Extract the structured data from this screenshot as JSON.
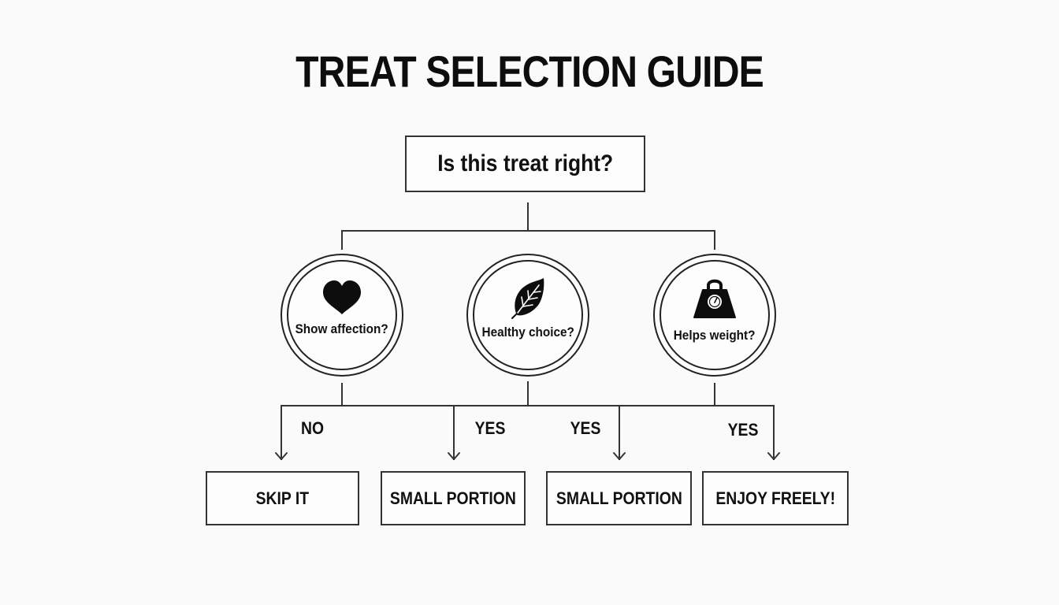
{
  "title": "TREAT SELECTION GUIDE",
  "root": {
    "label": "Is this treat right?"
  },
  "questions": [
    {
      "label": "Show affection?",
      "icon": "heart-icon"
    },
    {
      "label": "Healthy choice?",
      "icon": "leaf-icon"
    },
    {
      "label": "Helps weight?",
      "icon": "weight-scale-icon"
    }
  ],
  "branches": [
    {
      "label": "NO"
    },
    {
      "label": "YES"
    },
    {
      "label": "YES"
    },
    {
      "label": "YES"
    }
  ],
  "outcomes": [
    {
      "label": "SKIP IT"
    },
    {
      "label": "SMALL PORTION"
    },
    {
      "label": "SMALL PORTION"
    },
    {
      "label": "ENJOY FREELY!"
    }
  ],
  "colors": {
    "background": "#fafafa",
    "line": "#333333",
    "text": "#111111"
  }
}
